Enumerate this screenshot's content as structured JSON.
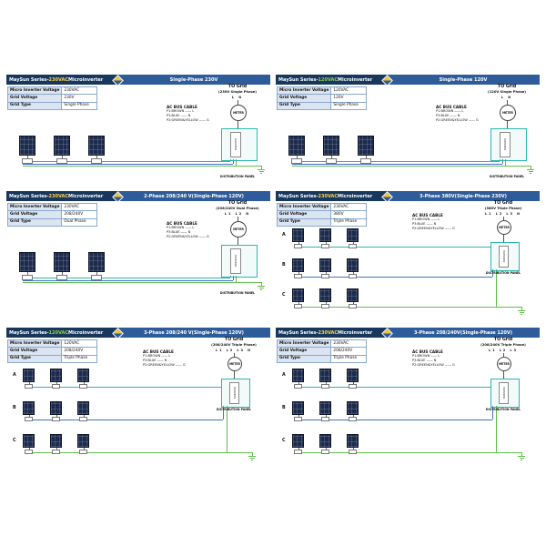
{
  "colors": {
    "header_dark": "#17375d",
    "header_blue": "#2e5c9a",
    "table_label_bg": "#dbe5f1",
    "table_border": "#8aa8cc",
    "solar_panel": "#1c2b4d",
    "distribution_panel_border": "#2cb5ac"
  },
  "diagrams": [
    {
      "header": {
        "series_prefix": "MaySun Series-",
        "series_voltage": "230VAC",
        "series_suffix": " Microinverter",
        "voltage_color": "#ffd24d",
        "title": "Single-Phase 230V"
      },
      "table": [
        {
          "label": "Micro Inverter Voltage",
          "value": "230VAC"
        },
        {
          "label": "Grid Voltage",
          "value": "230V"
        },
        {
          "label": "Grid Type",
          "value": "Single Phase"
        }
      ],
      "array": {
        "rows": 1,
        "panels_per_row": 3,
        "row_labels": []
      },
      "to_grid": {
        "line1": "TO Grid",
        "line2": "(230V Single Phase)",
        "phases": [
          "L",
          "N"
        ]
      },
      "labels": {
        "meter": "METER",
        "breaker": "BREAKER",
        "distribution_panel": "DISTRIBUTION PANEL"
      },
      "ac_bus_cable": {
        "title": "AC BUS CABLE",
        "lines": [
          "P1:BROWN —— L",
          "P3:BLUE —— N",
          "P2:GREEN&YELLOW —— G"
        ]
      },
      "wire_colors": [
        "#2cb5ac",
        "#4472c4",
        "#5fbf4a"
      ]
    },
    {
      "header": {
        "series_prefix": "MaySun Series-",
        "series_voltage": "120VAC",
        "series_suffix": " Microinverter",
        "voltage_color": "#92d050",
        "title": "Single-Phase 120V"
      },
      "table": [
        {
          "label": "Micro Inverter Voltage",
          "value": "120VAC"
        },
        {
          "label": "Grid Voltage",
          "value": "120V"
        },
        {
          "label": "Grid Type",
          "value": "Single Phase"
        }
      ],
      "array": {
        "rows": 1,
        "panels_per_row": 3,
        "row_labels": []
      },
      "to_grid": {
        "line1": "TO Grid",
        "line2": "(120V Single Phase)",
        "phases": [
          "L",
          "N"
        ]
      },
      "labels": {
        "meter": "METER",
        "breaker": "BREAKER",
        "distribution_panel": "DISTRIBUTION PANEL"
      },
      "ac_bus_cable": {
        "title": "AC BUS CABLE",
        "lines": [
          "P1:BROWN —— L",
          "P3:BLUE —— N",
          "P2:GREEN&YELLOW —— G"
        ]
      },
      "wire_colors": [
        "#2cb5ac",
        "#4472c4",
        "#5fbf4a"
      ]
    },
    {
      "header": {
        "series_prefix": "MaySun Series-",
        "series_voltage": "230VAC",
        "series_suffix": " Microinverter",
        "voltage_color": "#ffd24d",
        "title": "2-Phase 208/240 V(Single-Phase 120V)"
      },
      "table": [
        {
          "label": "Micro Inverter Voltage",
          "value": "230VAC"
        },
        {
          "label": "Grid Voltage",
          "value": "208/240V"
        },
        {
          "label": "Grid Type",
          "value": "Dual Phase"
        }
      ],
      "array": {
        "rows": 1,
        "panels_per_row": 3,
        "row_labels": []
      },
      "to_grid": {
        "line1": "TO Grid",
        "line2": "(208/240V Dual Phase)",
        "phases": [
          "L1",
          "L2",
          "N"
        ]
      },
      "labels": {
        "meter": "METER",
        "breaker": "BREAKER",
        "distribution_panel": "DISTRIBUTION PANEL"
      },
      "ac_bus_cable": {
        "title": "AC BUS CABLE",
        "lines": [
          "P1:BROWN —— L",
          "P3:BLUE —— N",
          "P2:GREEN&YELLOW —— G"
        ]
      },
      "wire_colors": [
        "#2cb5ac",
        "#4472c4",
        "#5fbf4a"
      ]
    },
    {
      "header": {
        "series_prefix": "MaySun Series-",
        "series_voltage": "230VAC",
        "series_suffix": " Microinverter",
        "voltage_color": "#ffd24d",
        "title": "3-Phase 380V(Single-Phase 230V)"
      },
      "table": [
        {
          "label": "Micro Inverter Voltage",
          "value": "230VAC"
        },
        {
          "label": "Grid Voltage",
          "value": "380V"
        },
        {
          "label": "Grid Type",
          "value": "Triple Phase"
        }
      ],
      "array": {
        "rows": 3,
        "panels_per_row": 3,
        "row_labels": [
          "A",
          "B",
          "C"
        ]
      },
      "to_grid": {
        "line1": "TO Grid",
        "line2": "(380V Triple Phase)",
        "phases": [
          "L1",
          "L2",
          "L3",
          "N"
        ]
      },
      "labels": {
        "meter": "METER",
        "breaker": "BREAKER",
        "distribution_panel": "DISTRIBUTION PANEL"
      },
      "ac_bus_cable": {
        "title": "AC BUS CABLE",
        "lines": [
          "P1:BROWN —— L",
          "P3:BLUE —— N",
          "P2:GREEN&YELLOW —— G"
        ]
      },
      "wire_colors": [
        "#2cb5ac",
        "#4472c4",
        "#5fbf4a"
      ]
    },
    {
      "header": {
        "series_prefix": "MaySun Series-",
        "series_voltage": "120VAC",
        "series_suffix": " Microinverter",
        "voltage_color": "#92d050",
        "title": "3-Phase 208/240 V(Single-Phase 120V)"
      },
      "table": [
        {
          "label": "Micro Inverter Voltage",
          "value": "120VAC"
        },
        {
          "label": "Grid Voltage",
          "value": "208/240V"
        },
        {
          "label": "Grid Type",
          "value": "Triple Phase"
        }
      ],
      "array": {
        "rows": 3,
        "panels_per_row": 3,
        "row_labels": [
          "A",
          "B",
          "C"
        ]
      },
      "to_grid": {
        "line1": "TO Grid",
        "line2": "(208/240V Triple Phase)",
        "phases": [
          "L1",
          "L2",
          "L3",
          "N"
        ]
      },
      "labels": {
        "meter": "METER",
        "breaker": "BREAKER",
        "distribution_panel": "DISTRIBUTION PANEL"
      },
      "ac_bus_cable": {
        "title": "AC BUS CABLE",
        "lines": [
          "P1:BROWN —— L",
          "P3:BLUE —— N",
          "P2:GREEN&YELLOW —— G"
        ]
      },
      "wire_colors": [
        "#2cb5ac",
        "#4472c4",
        "#5fbf4a"
      ]
    },
    {
      "header": {
        "series_prefix": "MaySun Series-",
        "series_voltage": "230VAC",
        "series_suffix": " Microinverter",
        "voltage_color": "#ffd24d",
        "title": "3-Phase 208/240V(Single-Phase 120V)"
      },
      "table": [
        {
          "label": "Micro Inverter Voltage",
          "value": "230VAC"
        },
        {
          "label": "Grid Voltage",
          "value": "208/240V"
        },
        {
          "label": "Grid Type",
          "value": "Triple Phase"
        }
      ],
      "array": {
        "rows": 3,
        "panels_per_row": 3,
        "row_labels": [
          "A",
          "B",
          "C"
        ]
      },
      "to_grid": {
        "line1": "TO Grid",
        "line2": "(208/240V Triple Phase)",
        "phases": [
          "L1",
          "L2",
          "L3"
        ]
      },
      "labels": {
        "meter": "METER",
        "breaker": "BREAKER",
        "distribution_panel": "DISTRIBUTION PANEL"
      },
      "ac_bus_cable": {
        "title": "AC BUS CABLE",
        "lines": [
          "P1:BROWN —— L",
          "P3:BLUE —— N",
          "P2:GREEN&YELLOW —— G"
        ]
      },
      "wire_colors": [
        "#2cb5ac",
        "#4472c4",
        "#5fbf4a"
      ]
    }
  ]
}
